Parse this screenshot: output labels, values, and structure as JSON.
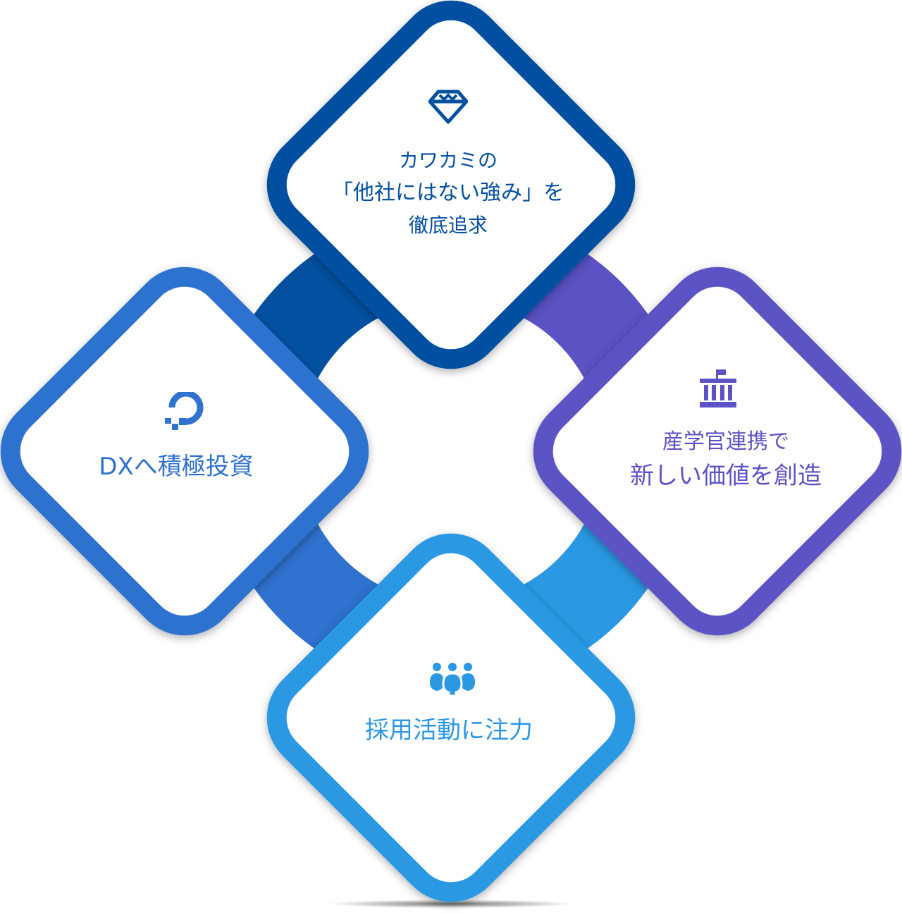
{
  "colors": {
    "top": "#0450a0",
    "left": "#2f72cf",
    "right": "#5b52c4",
    "bottom": "#2b98e3"
  },
  "items": [
    {
      "id": "top",
      "icon": "diamond-icon",
      "lines": [
        "カワカミの",
        "「他社にはない強み」を",
        "徹底追求"
      ]
    },
    {
      "id": "left",
      "icon": "digital-transformation-icon",
      "lines": [
        "DXへ積極投資"
      ]
    },
    {
      "id": "right",
      "icon": "institution-building-icon",
      "lines": [
        "産学官連携で",
        "新しい価値を創造"
      ]
    },
    {
      "id": "bottom",
      "icon": "team-people-icon",
      "lines": [
        "採用活動に注力"
      ]
    }
  ]
}
